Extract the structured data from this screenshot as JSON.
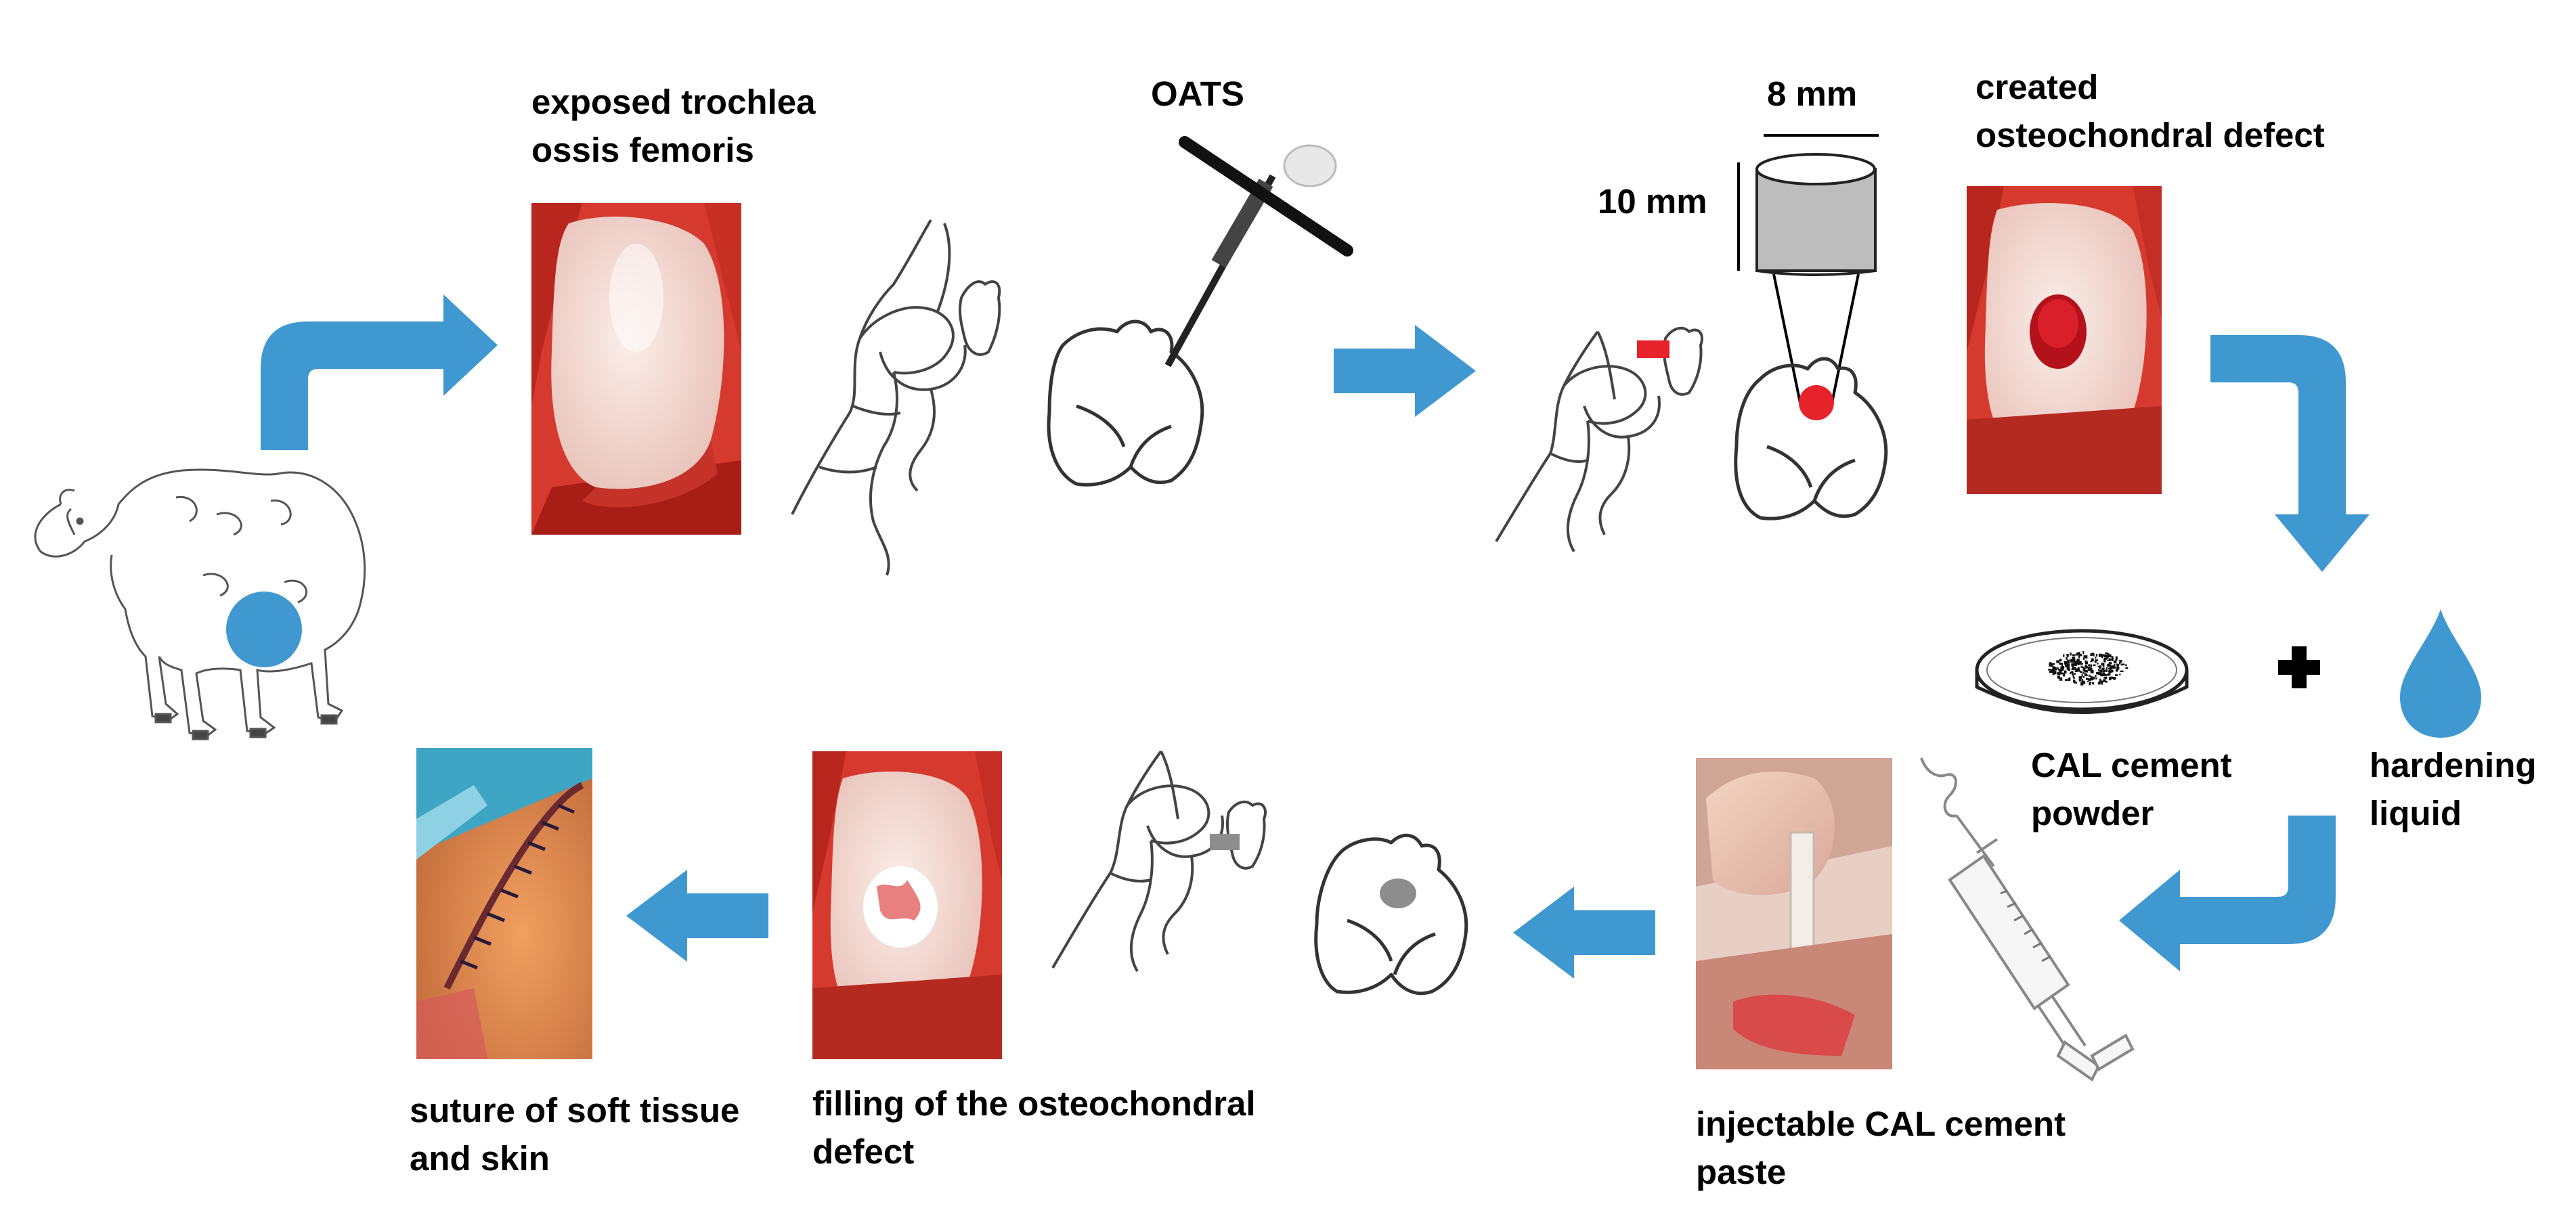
{
  "colors": {
    "arrow": "#3f98d0",
    "photo_base": "#d63a2e",
    "cartilage": "#f2ddd6",
    "defect_red": "#e6232a",
    "cement_grey": "#8d8d8d",
    "ink": "#000000",
    "syringe": "#9a9a9a"
  },
  "labels": {
    "exposed_trochlea": "exposed trochlea\nossis femoris",
    "oats": "OATS",
    "dim_width": "8 mm",
    "dim_depth": "10 mm",
    "created_defect": "created\nosteochondral defect",
    "cal_powder": "CAL cement\npowder",
    "hardening_liquid": "hardening\nliquid",
    "injectable_paste": "injectable CAL cement\npaste",
    "filling_defect": "filling of the osteochondral\ndefect",
    "suture": "suture of soft tissue\nand skin"
  },
  "icons": {
    "plus": "plus-icon",
    "liquid_drop": "drop-icon",
    "petri_dish": "petri-dish-icon",
    "syringe": "syringe-icon",
    "oats_instrument": "t-handle-instrument-icon",
    "sheep": "sheep-icon"
  }
}
